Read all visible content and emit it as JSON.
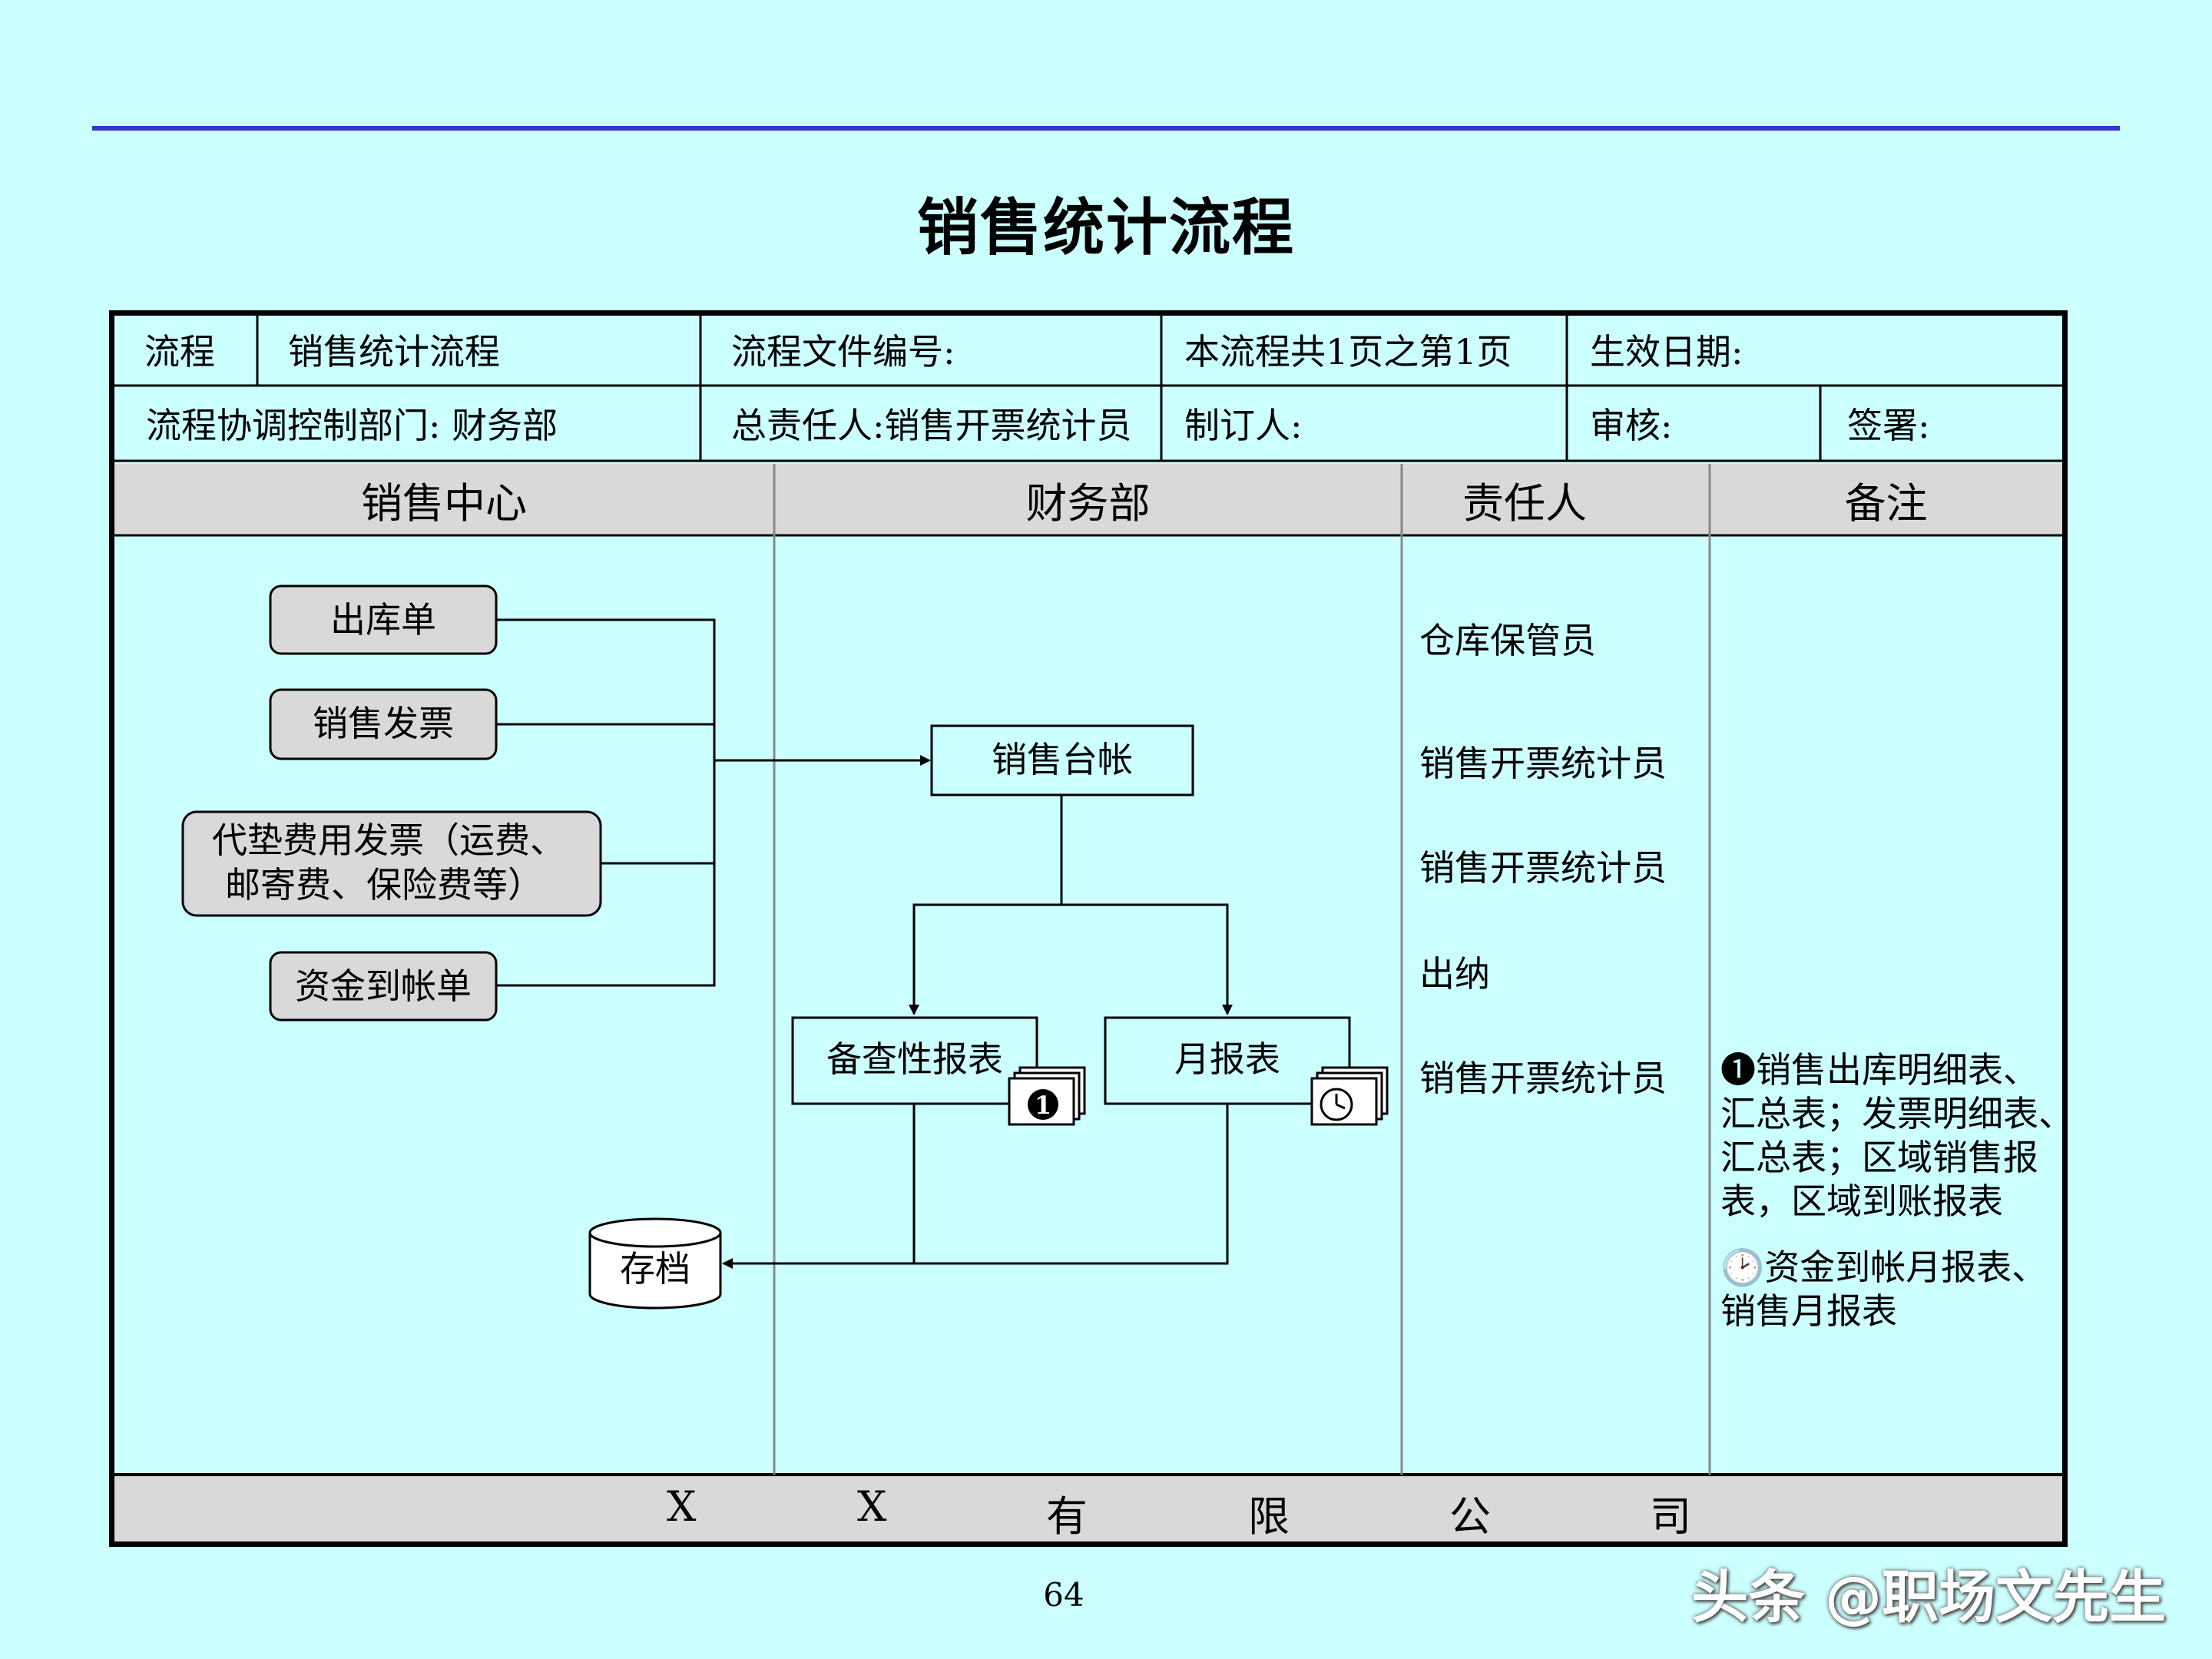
{
  "title": "销售统计流程",
  "header": {
    "row1": {
      "process_label": "流程",
      "process_name": "销售统计流程",
      "file_number": "流程文件编号:",
      "page_info": "本流程共1页之第1页",
      "effective_date": "生效日期:"
    },
    "row2": {
      "control_dept": "流程协调控制部门: 财务部",
      "owner": "总责任人:销售开票统计员",
      "author": "制订人:",
      "reviewer": "审核:",
      "signature": "签署:"
    }
  },
  "columns": [
    "销售中心",
    "财务部",
    "责任人",
    "备注"
  ],
  "nodes": {
    "out_slip": "出库单",
    "sales_invoice": "销售发票",
    "advance_line1": "代垫费用发票（运费、",
    "advance_line2": "邮寄费、保险费等）",
    "fund_slip": "资金到帐单",
    "ledger": "销售台帐",
    "check_report": "备查性报表",
    "monthly_report": "月报表",
    "archive": "存档",
    "badge_one": "❶"
  },
  "responsible": [
    "仓库保管员",
    "销售开票统计员",
    "销售开票统计员",
    "出纳",
    "销售开票统计员"
  ],
  "notes": {
    "note1": [
      "❶销售出库明细表、",
      "汇总表；发票明细表、",
      "汇总表；区域销售报",
      "表，区域到账报表"
    ],
    "note2": [
      "🕑资金到帐月报表、",
      "销售月报表"
    ]
  },
  "footer_chars": [
    "X",
    "X",
    "有",
    "限",
    "公",
    "司"
  ],
  "page_number": "64",
  "watermark": "头条 @职场文先生",
  "colors": {
    "background": "#ccffff",
    "top_rule": "#3333cc",
    "header_band": "#d9d9d9",
    "input_node": "#d9d9d9"
  }
}
